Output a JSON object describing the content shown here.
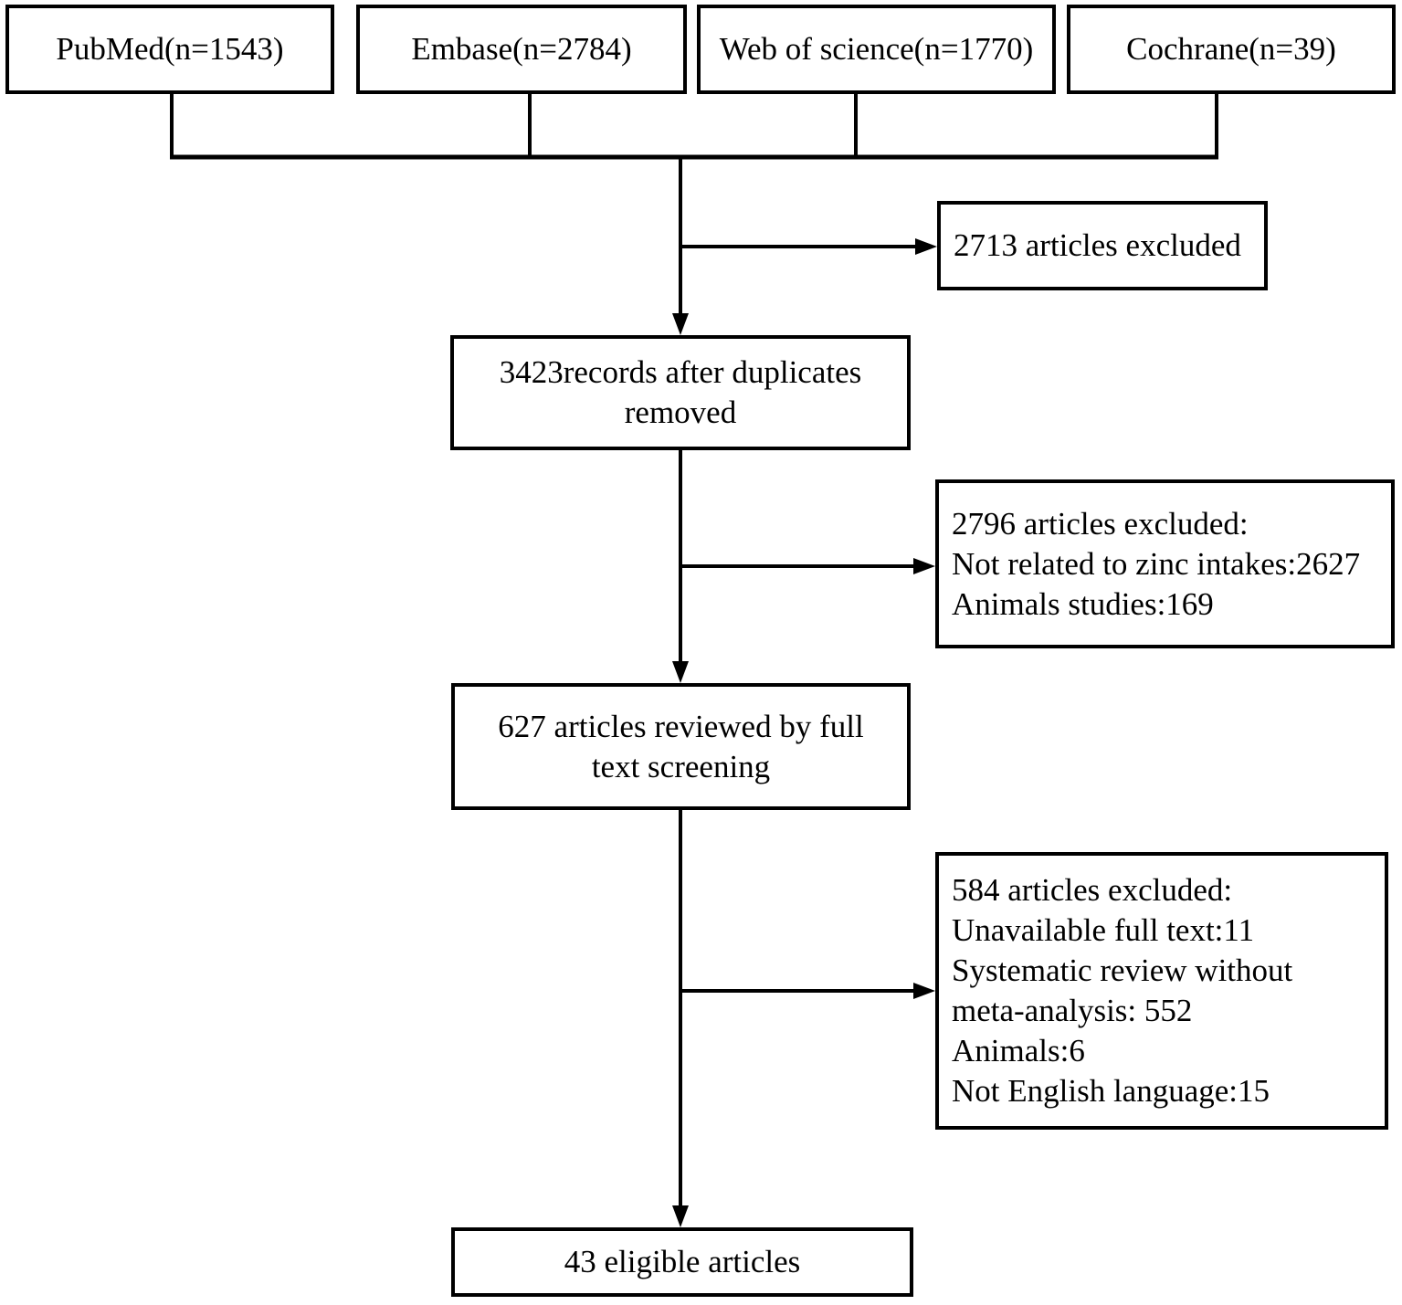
{
  "flow": {
    "sources": [
      "PubMed(n=1543)",
      "Embase(n=2784)",
      "Web of science(n=1770)",
      "Cochrane(n=39)"
    ],
    "boxes": {
      "duplicates_excluded": {
        "lines": [
          "2713 articles excluded"
        ]
      },
      "records_after_duplicates": {
        "lines": [
          "3423records after duplicates",
          "removed"
        ]
      },
      "screening_excluded": {
        "lines": [
          "2796 articles excluded:",
          "Not related to zinc intakes:2627",
          "Animals studies:169"
        ]
      },
      "full_text_review": {
        "lines": [
          "627 articles reviewed by full",
          "text screening"
        ]
      },
      "full_text_excluded": {
        "lines": [
          "584 articles excluded:",
          "Unavailable full text:11",
          "Systematic review without",
          "meta-analysis: 552",
          "Animals:6",
          "Not English language:15"
        ]
      },
      "eligible": {
        "lines": [
          "43 eligible articles"
        ]
      }
    },
    "colors": {
      "line": "#000000",
      "text": "#000000",
      "background": "#ffffff"
    }
  }
}
